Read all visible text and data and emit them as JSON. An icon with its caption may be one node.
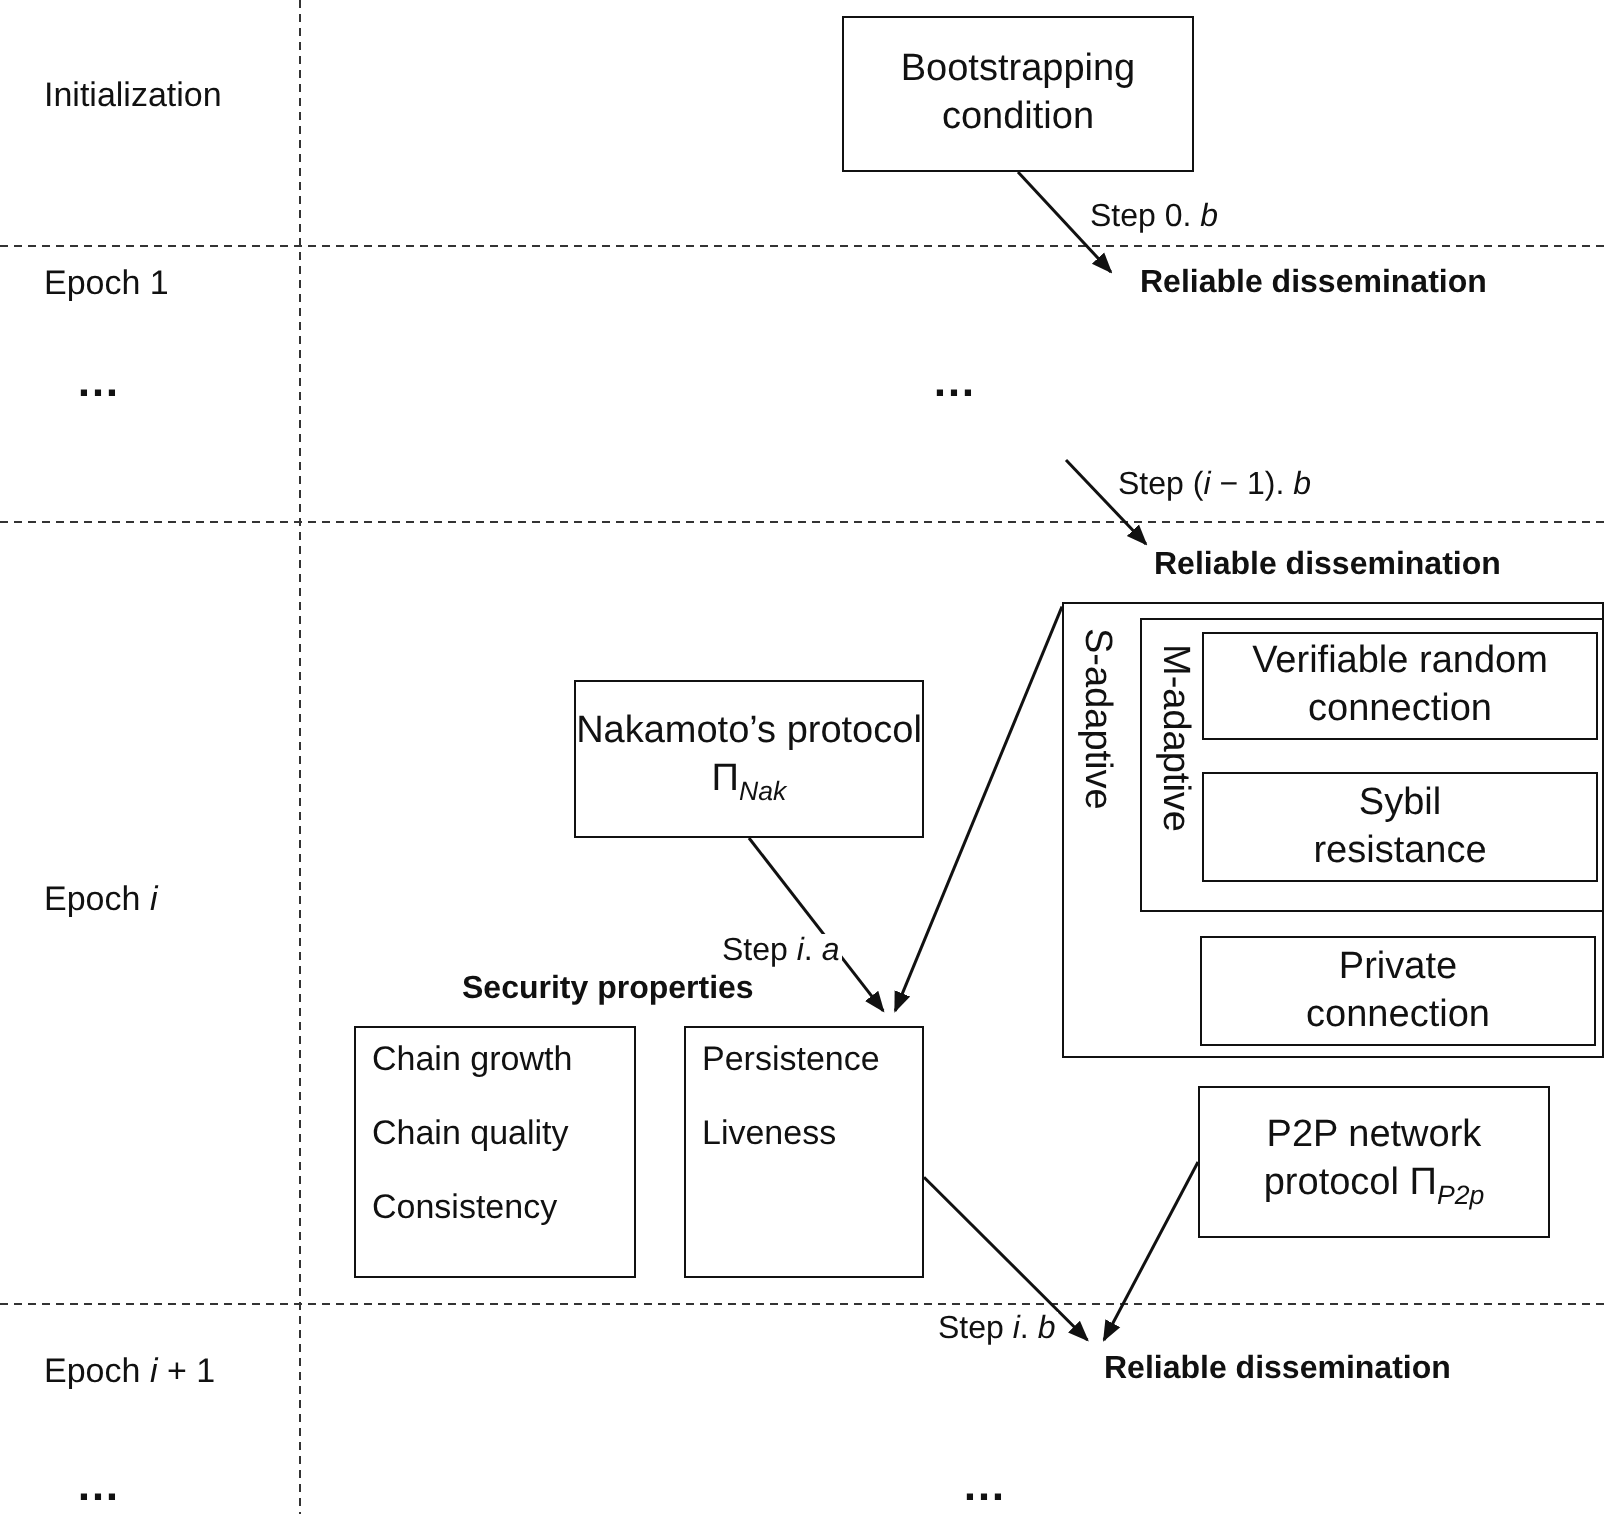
{
  "diagram": {
    "nodes": [
      {
        "text": [
          "Bootstrapping condition"
        ]
      },
      {
        "text": [
          "Reliable dissemination"
        ]
      },
      {
        "text": [
          "Reliable dissemination"
        ]
      },
      {
        "text": [
          "S-adaptive"
        ]
      },
      {
        "text": [
          "M-adaptive"
        ],
        "in": 3
      },
      {
        "text": [
          "Verifiable random connection"
        ],
        "in": 4
      },
      {
        "text": [
          "Sybil resistance"
        ],
        "in": 4
      },
      {
        "text": [
          "Private connection"
        ],
        "in": 3
      },
      {
        "text": [
          "Nakamoto’s protocol Π$_{Nak}$"
        ]
      },
      {
        "text": [
          "Chain growth",
          "Chain quality",
          "Consistency"
        ]
      },
      {
        "text": [
          "Persistence",
          "Liveness"
        ]
      },
      {
        "text": [
          "P2P network protocol Π$_{P2p}$"
        ]
      },
      {
        "text": [
          "Reliable dissemination"
        ]
      }
    ],
    "edges": [
      {
        "from": 0,
        "to": 1,
        "arrow": "to",
        "label": "Step 0. *b*"
      },
      {
        "from": null,
        "to": 2,
        "arrow": "to",
        "label": "Step (*i* − 1). *b*"
      },
      {
        "from": 8,
        "to": 10,
        "arrow": "to",
        "label": "Step *i*. *a*"
      },
      {
        "from": 3,
        "to": 10,
        "arrow": "to"
      },
      {
        "from": 10,
        "to": 12,
        "arrow": "to",
        "label": "Step *i*. *b*"
      },
      {
        "from": 11,
        "to": 12,
        "arrow": "to"
      }
    ],
    "labels": [
      "Initialization",
      "Epoch 1",
      "…",
      "…",
      "Epoch *i*",
      "Security properties",
      "Epoch *i* + 1",
      "…",
      "…"
    ]
  }
}
